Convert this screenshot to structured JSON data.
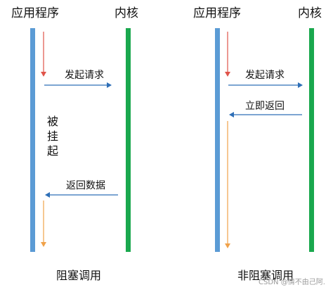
{
  "colors": {
    "app_line": "#5b9bd5",
    "kernel_line": "#1aa84e",
    "red_arrow": "#e0544a",
    "orange_arrow": "#f0a24a",
    "blue_arrow": "#2e6fb7"
  },
  "blocking": {
    "app_label": "应用程序",
    "kernel_label": "内核",
    "request": "发起请求",
    "suspended": "被挂起",
    "return_data": "返回数据",
    "caption": "阻塞调用"
  },
  "nonblocking": {
    "app_label": "应用程序",
    "kernel_label": "内核",
    "request": "发起请求",
    "immediate_return": "立即返回",
    "caption": "非阻塞调用"
  },
  "watermark": "CSDN @情不由己阿."
}
